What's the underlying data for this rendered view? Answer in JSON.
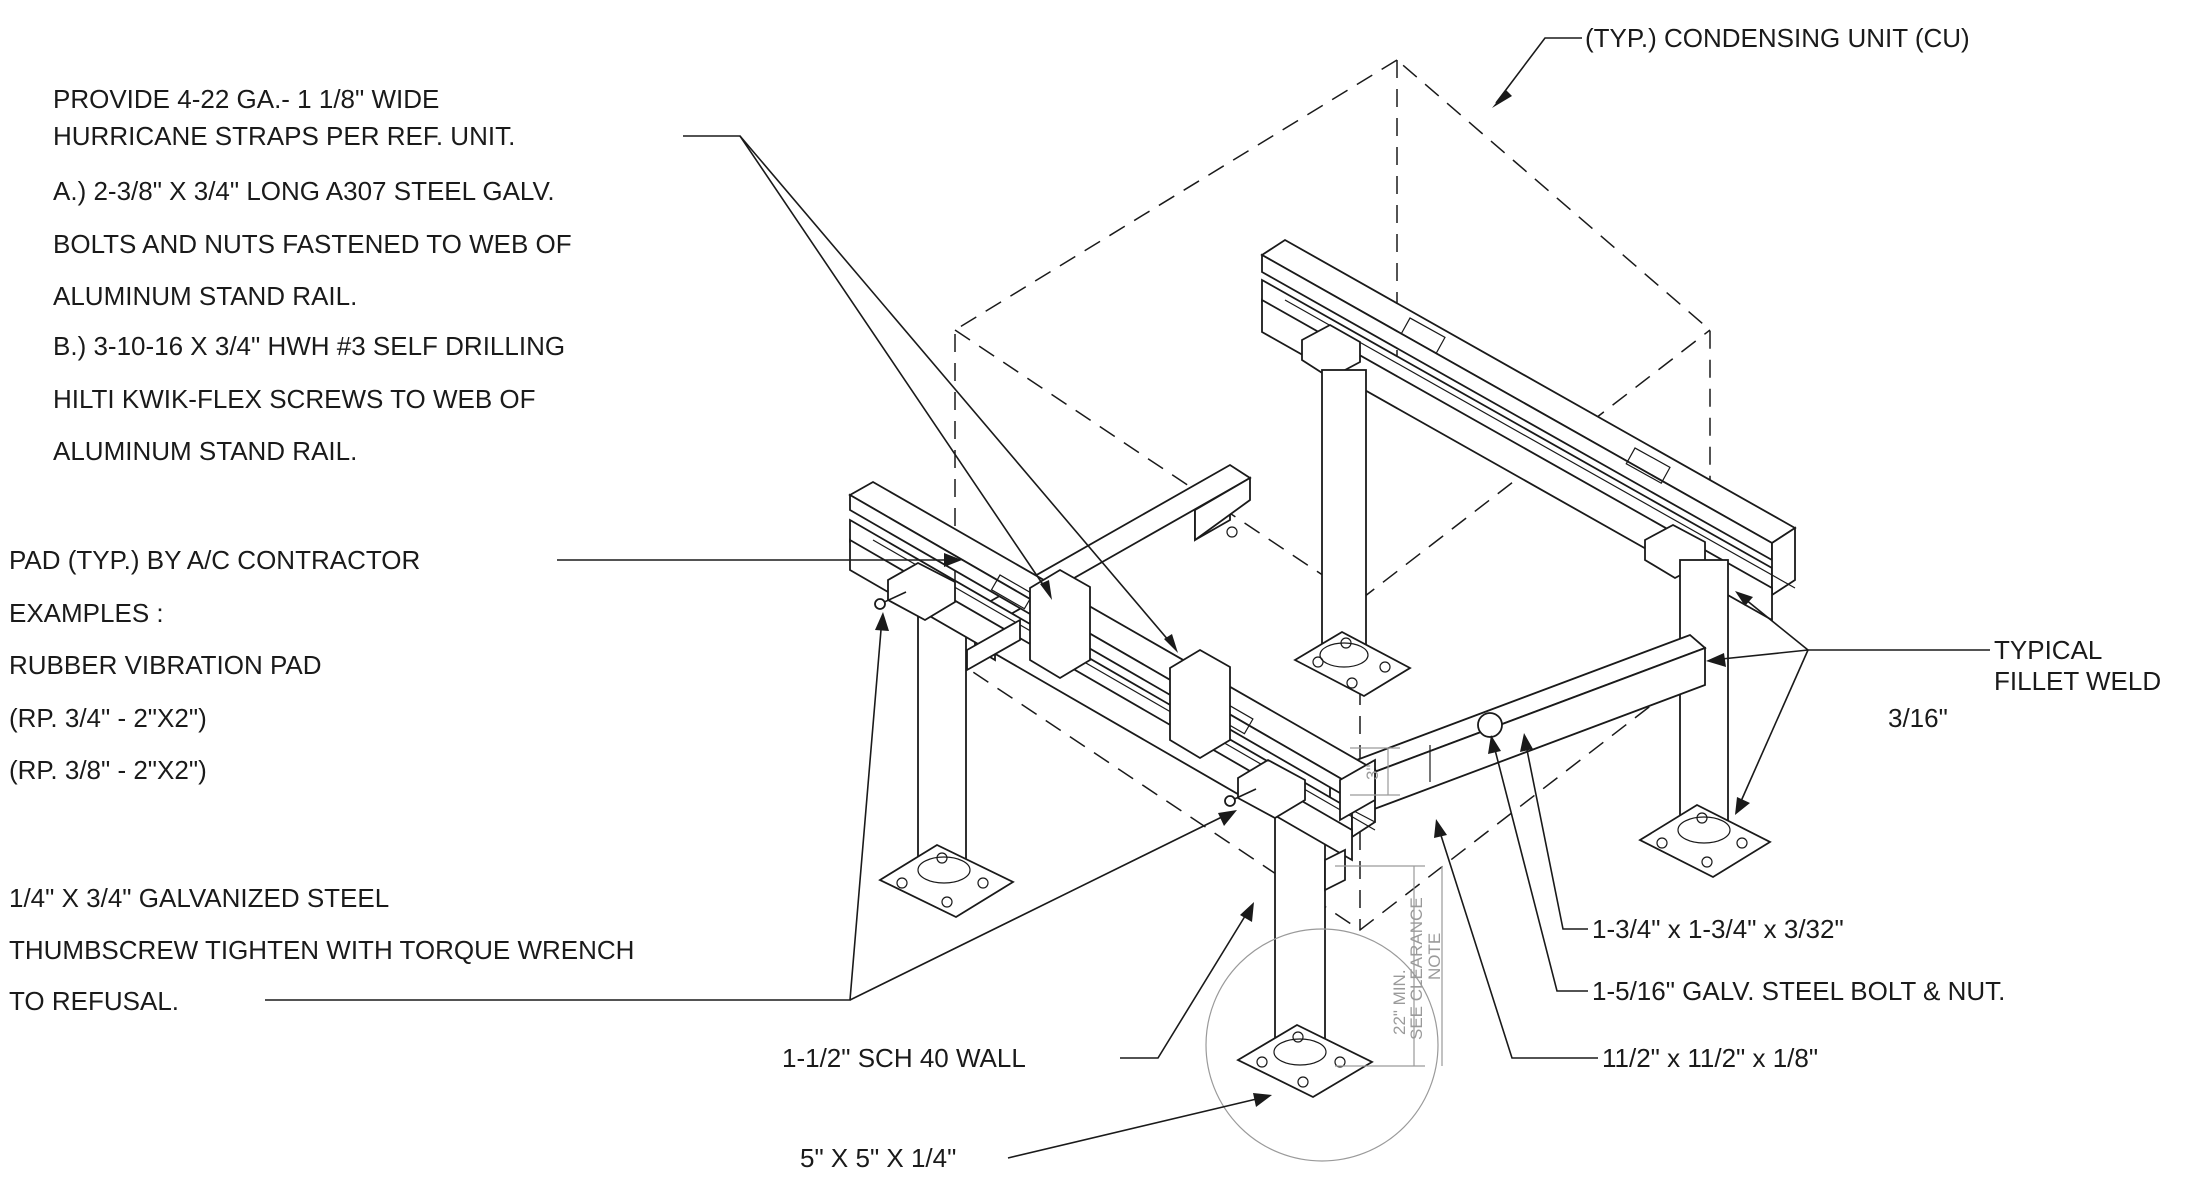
{
  "labels": {
    "cu": "(TYP.) CONDENSING UNIT (CU)",
    "straps_1": "PROVIDE 4-22 GA.- 1 1/8\" WIDE",
    "straps_2": "HURRICANE STRAPS PER REF. UNIT.",
    "a_1": "A.) 2-3/8\" X 3/4\" LONG A307 STEEL GALV.",
    "a_2": "BOLTS AND NUTS FASTENED TO WEB OF",
    "a_3": "ALUMINUM STAND RAIL.",
    "b_1": "B.) 3-10-16 X 3/4\" HWH #3 SELF DRILLING",
    "b_2": "HILTI KWIK-FLEX SCREWS TO WEB OF",
    "b_3": "ALUMINUM STAND RAIL.",
    "pad_1": "PAD (TYP.) BY A/C CONTRACTOR",
    "pad_2": "EXAMPLES :",
    "pad_3": "RUBBER VIBRATION PAD",
    "pad_4": "(RP. 3/4\" - 2\"X2\")",
    "pad_5": "(RP. 3/8\" - 2\"X2\")",
    "thumb_1": "1/4\" X 3/4\" GALVANIZED STEEL",
    "thumb_2": "THUMBSCREW TIGHTEN WITH TORQUE WRENCH",
    "thumb_3": "TO REFUSAL.",
    "typical_1": "TYPICAL",
    "typical_2": "FILLET WELD",
    "weld_size": "3/16\"",
    "angle": "1-3/4\" x 1-3/4\" x 3/32\"",
    "bolt": "1-5/16\" GALV. STEEL BOLT & NUT.",
    "tube": "11/2\" x 11/2\" x 1/8\"",
    "pipe": "1-1/2\" SCH 40 WALL",
    "plate": "5\" X 5\" X 1/4\"",
    "dim_3": "3\"",
    "dim_min": "22\" MIN.",
    "clear_1": "SEE CLEARANCE",
    "clear_2": "NOTE"
  }
}
